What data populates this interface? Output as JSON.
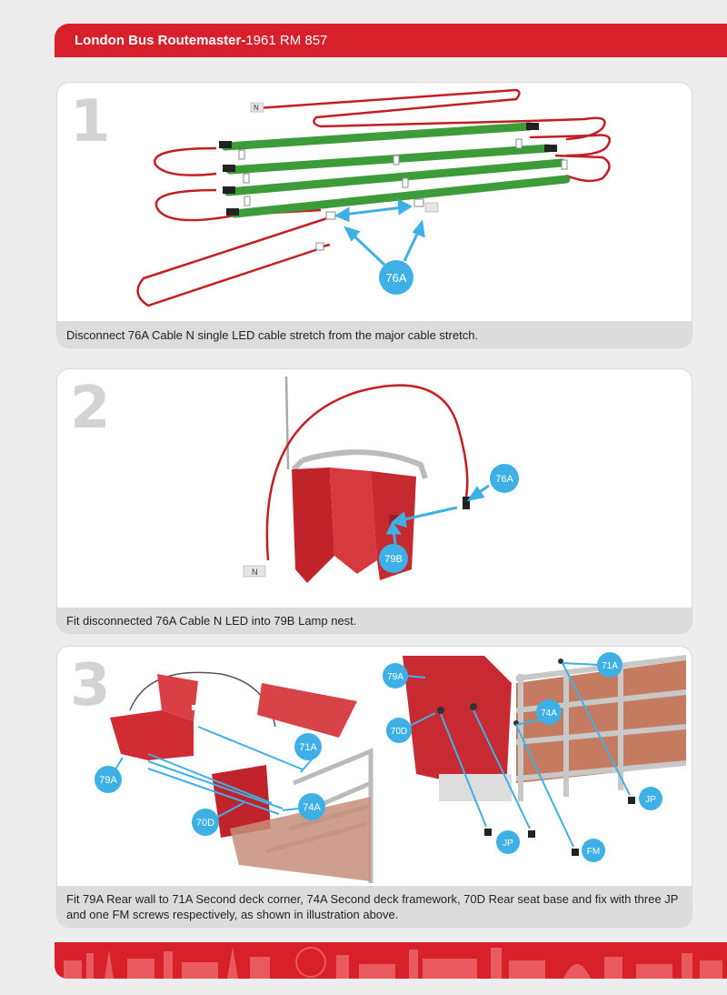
{
  "header": {
    "title_bold": "London Bus Routemaster-",
    "title_rest": "1961 RM 857"
  },
  "steps": [
    {
      "number": "1",
      "caption": "Disconnect 76A Cable N single LED cable stretch from the major cable stretch.",
      "callouts": {
        "part": "76A"
      },
      "cable_label": "N"
    },
    {
      "number": "2",
      "caption": "Fit disconnected 76A Cable N LED into 79B Lamp nest.",
      "callouts": {
        "led": "76A",
        "nest": "79B"
      },
      "cable_label": "N"
    },
    {
      "number": "3",
      "caption": "Fit 79A Rear wall to 71A Second deck corner, 74A Second deck framework, 70D Rear seat base and fix with three JP and one FM screws respectively, as shown in illustration above.",
      "callouts": {
        "left_71a": "71A",
        "left_74a": "74A",
        "left_79a": "79A",
        "left_70d": "70D",
        "right_79a": "79A",
        "right_71a": "71A",
        "right_74a": "74A",
        "right_70d": "70D",
        "jp1": "JP",
        "jp2": "JP",
        "fm": "FM"
      }
    }
  ],
  "colors": {
    "brand_red": "#d8202a",
    "callout_blue": "#3fb0e6",
    "cable_green": "#3e9b3a"
  }
}
